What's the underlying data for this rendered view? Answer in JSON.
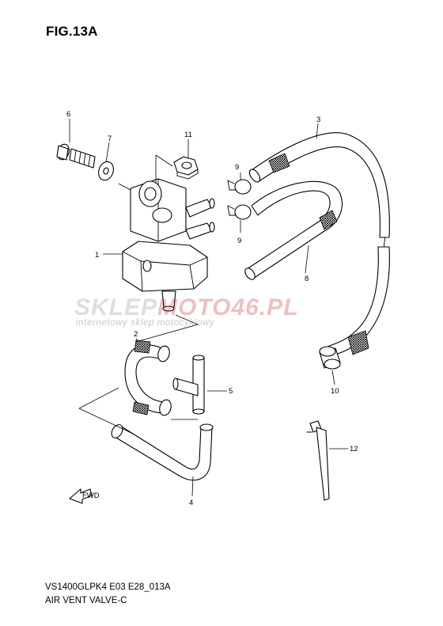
{
  "header": {
    "figure_title": "FIG.13A"
  },
  "footer": {
    "model_code": "VS1400GLPK4 E03 E28_013A",
    "diagram_name": "AIR VENT VALVE-C"
  },
  "watermark": {
    "brand_part1": "SKLEP",
    "brand_part2": "MOTO46.PL",
    "tagline": "internetowy sklep motocyklowy"
  },
  "fwd_marker": {
    "label": "FWD"
  },
  "callouts": [
    {
      "id": "callout-1",
      "number": "1"
    },
    {
      "id": "callout-2",
      "number": "2"
    },
    {
      "id": "callout-3",
      "number": "3"
    },
    {
      "id": "callout-4",
      "number": "4"
    },
    {
      "id": "callout-5",
      "number": "5"
    },
    {
      "id": "callout-6",
      "number": "6"
    },
    {
      "id": "callout-7",
      "number": "7"
    },
    {
      "id": "callout-8",
      "number": "8"
    },
    {
      "id": "callout-9a",
      "number": "9"
    },
    {
      "id": "callout-9b",
      "number": "9"
    },
    {
      "id": "callout-10",
      "number": "10"
    },
    {
      "id": "callout-11",
      "number": "11"
    },
    {
      "id": "callout-12",
      "number": "12"
    }
  ]
}
